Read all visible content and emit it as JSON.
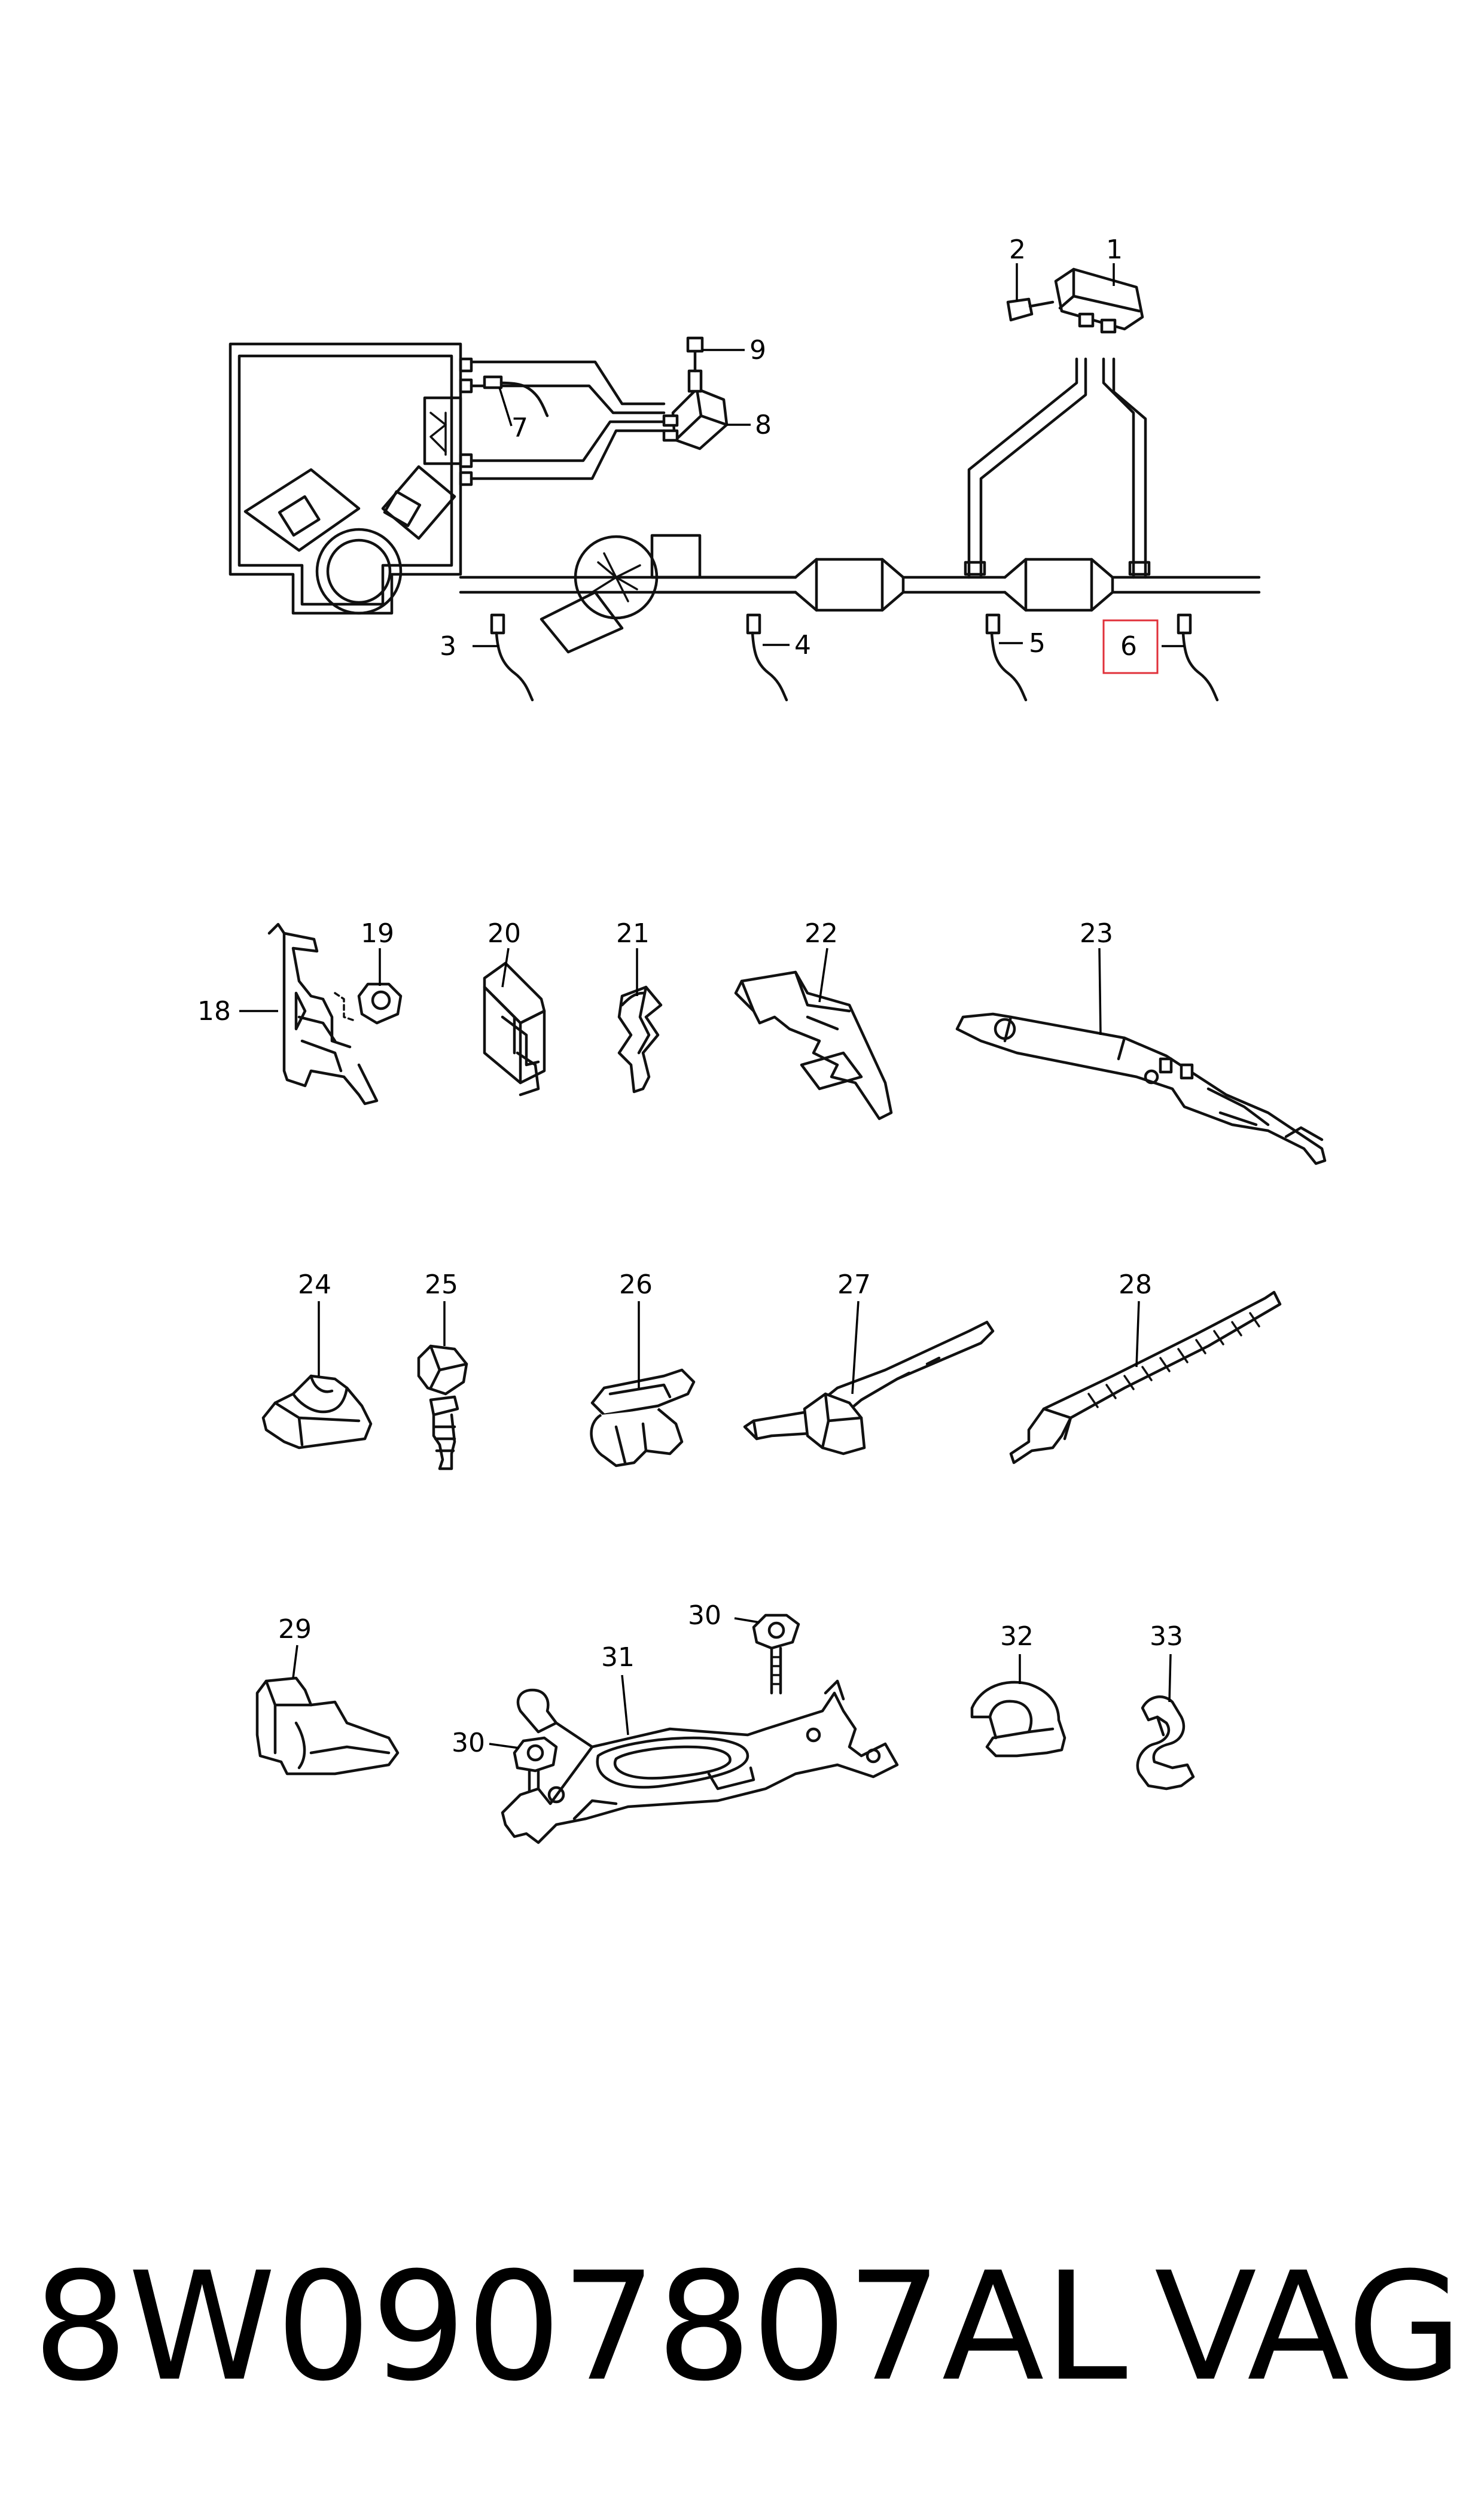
{
  "callouts": [
    "1",
    "2",
    "3",
    "4",
    "5",
    "6",
    "7",
    "8",
    "9",
    "18",
    "19",
    "20",
    "21",
    "22",
    "23",
    "24",
    "25",
    "26",
    "27",
    "28",
    "29",
    "30",
    "30",
    "31",
    "32",
    "33"
  ],
  "highlighted_callout": "6",
  "highlight_color": "#e0303a",
  "footer": {
    "part_number": "8W0907807AL",
    "brand": "VAG"
  }
}
